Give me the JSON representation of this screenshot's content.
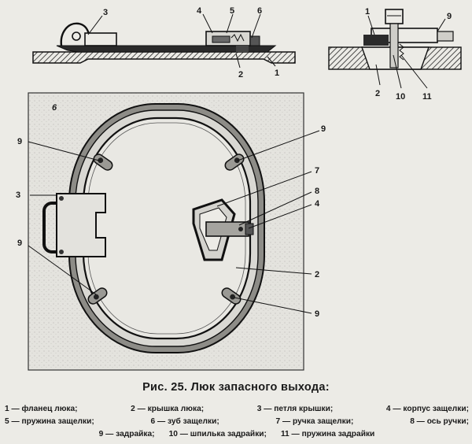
{
  "caption": "Рис. 25. Люк запасного выхода:",
  "legend": [
    "1 — фланец люка;",
    "2 — крышка люка;",
    "3 — петля крышки;",
    "4 — корпус защелки;",
    "5 — пружина защелки;",
    "6 — зуб защелки;",
    "7 — ручка защелки;",
    "8 — ось ручки;",
    "9 — задрайка;",
    "10 — шпилька задрайки;",
    "11 — пружина задрайки"
  ],
  "callouts": {
    "section_top": [
      "3",
      "4",
      "5",
      "6",
      "2",
      "1"
    ],
    "section_right": [
      "1",
      "9",
      "2",
      "10",
      "11"
    ],
    "plan_view": [
      "6",
      "9",
      "9",
      "3",
      "7",
      "8",
      "4",
      "9",
      "2",
      "9"
    ]
  }
}
